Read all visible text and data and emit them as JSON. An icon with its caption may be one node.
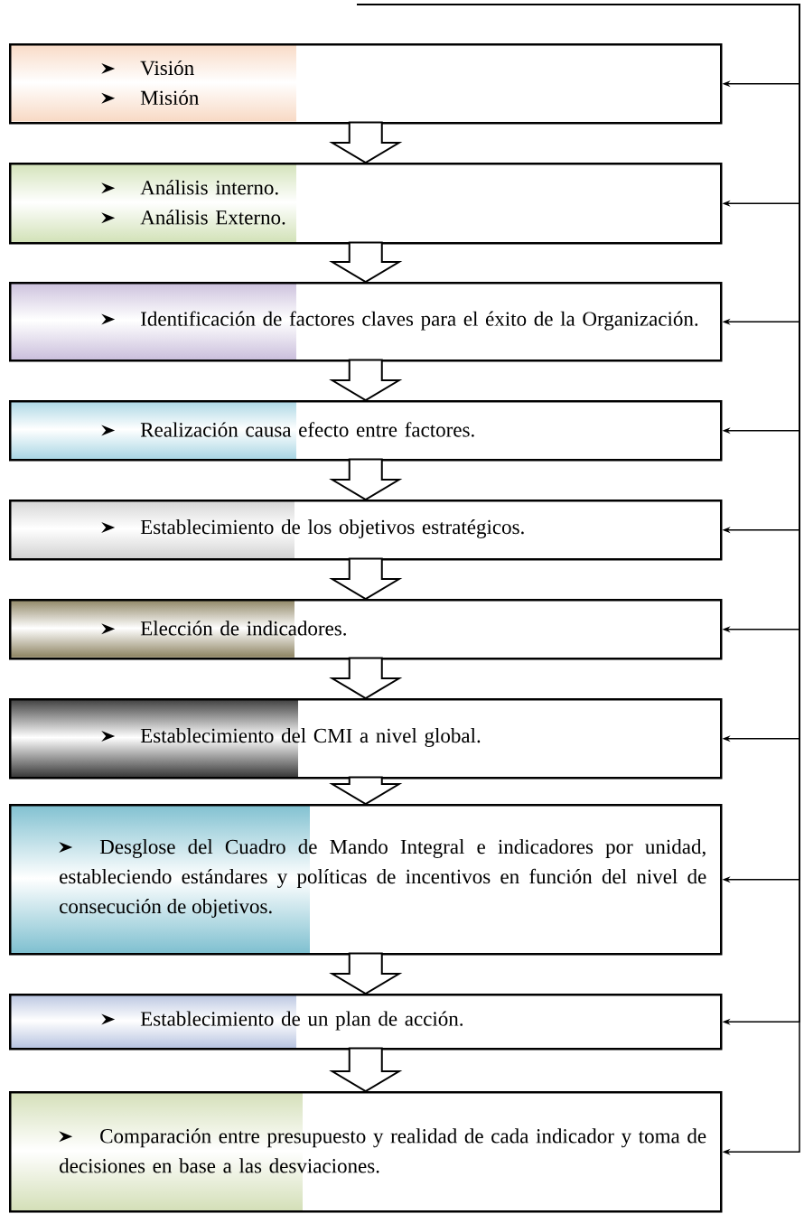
{
  "diagram": {
    "nodes": [
      {
        "text": [
          "Visión",
          "Misión"
        ]
      },
      {
        "text": [
          "Análisis interno.",
          "Análisis Externo."
        ]
      },
      {
        "text": [
          "Identificación de factores claves para el éxito de la Organización."
        ]
      },
      {
        "text": [
          "Realización causa efecto entre factores."
        ]
      },
      {
        "text": [
          "Establecimiento de los objetivos estratégicos."
        ]
      },
      {
        "text": [
          "Elección de indicadores."
        ]
      },
      {
        "text": [
          "Establecimiento del CMI a nivel global."
        ]
      },
      {
        "text": [
          "Desglose del Cuadro de Mando Integral e indicadores por unidad, estableciendo estándares y políticas de incentivos en función del nivel de consecución de objetivos."
        ]
      },
      {
        "text": [
          "Establecimiento de un plan de acción."
        ]
      },
      {
        "text": [
          "Comparación entre presupuesto y realidad de cada indicador y toma de decisiones en base a las desviaciones."
        ]
      }
    ],
    "edges": [
      {
        "from": 0,
        "to": 1,
        "arrow": "to"
      },
      {
        "from": 1,
        "to": 2,
        "arrow": "to"
      },
      {
        "from": 2,
        "to": 3,
        "arrow": "to"
      },
      {
        "from": 3,
        "to": 4,
        "arrow": "to"
      },
      {
        "from": 4,
        "to": 5,
        "arrow": "to"
      },
      {
        "from": 5,
        "to": 6,
        "arrow": "to"
      },
      {
        "from": 6,
        "to": 7,
        "arrow": "to"
      },
      {
        "from": 7,
        "to": 8,
        "arrow": "to"
      },
      {
        "from": 8,
        "to": 9,
        "arrow": "to"
      },
      {
        "from": null,
        "to": 0,
        "arrow": "to"
      },
      {
        "from": null,
        "to": 1,
        "arrow": "to"
      },
      {
        "from": null,
        "to": 2,
        "arrow": "to"
      },
      {
        "from": null,
        "to": 3,
        "arrow": "to"
      },
      {
        "from": null,
        "to": 4,
        "arrow": "to"
      },
      {
        "from": null,
        "to": 5,
        "arrow": "to"
      },
      {
        "from": null,
        "to": 6,
        "arrow": "to"
      },
      {
        "from": null,
        "to": 7,
        "arrow": "to"
      },
      {
        "from": null,
        "to": 8,
        "arrow": "to"
      },
      {
        "from": null,
        "to": 9,
        "arrow": "to"
      }
    ]
  }
}
